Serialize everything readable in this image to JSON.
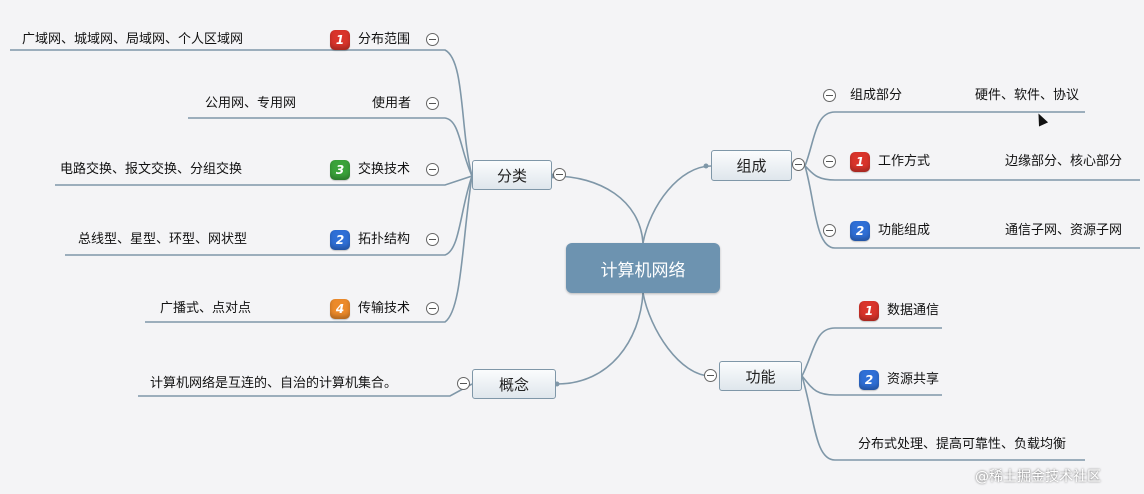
{
  "root": "计算机网络",
  "branches": {
    "fenlei": {
      "label": "分类",
      "children": [
        {
          "badge": "1",
          "label": "分布范围",
          "detail": "广域网、城域网、局域网、个人区域网"
        },
        {
          "label": "使用者",
          "detail": "公用网、专用网"
        },
        {
          "badge": "3",
          "label": "交换技术",
          "detail": "电路交换、报文交换、分组交换"
        },
        {
          "badge": "2",
          "label": "拓扑结构",
          "detail": "总线型、星型、环型、网状型"
        },
        {
          "badge": "4",
          "label": "传输技术",
          "detail": "广播式、点对点"
        }
      ]
    },
    "gainian": {
      "label": "概念",
      "detail": "计算机网络是互连的、自治的计算机集合。"
    },
    "zucheng": {
      "label": "组成",
      "children": [
        {
          "label": "组成部分",
          "detail": "硬件、软件、协议"
        },
        {
          "badge": "1",
          "label": "工作方式",
          "detail": "边缘部分、核心部分"
        },
        {
          "badge": "2",
          "label": "功能组成",
          "detail": "通信子网、资源子网"
        }
      ]
    },
    "gongneng": {
      "label": "功能",
      "children": [
        {
          "badge": "1",
          "label": "数据通信"
        },
        {
          "badge": "2",
          "label": "资源共享"
        },
        {
          "label": "分布式处理、提高可靠性、负载均衡"
        }
      ]
    }
  },
  "watermark": "@稀土掘金技术社区",
  "colors": {
    "root": "#6d93b0",
    "link": "#7f97a8",
    "badge_red": "#d9342b",
    "badge_blue": "#2f6fd6",
    "badge_green": "#3aa23a",
    "badge_orange": "#ec8a2a"
  }
}
